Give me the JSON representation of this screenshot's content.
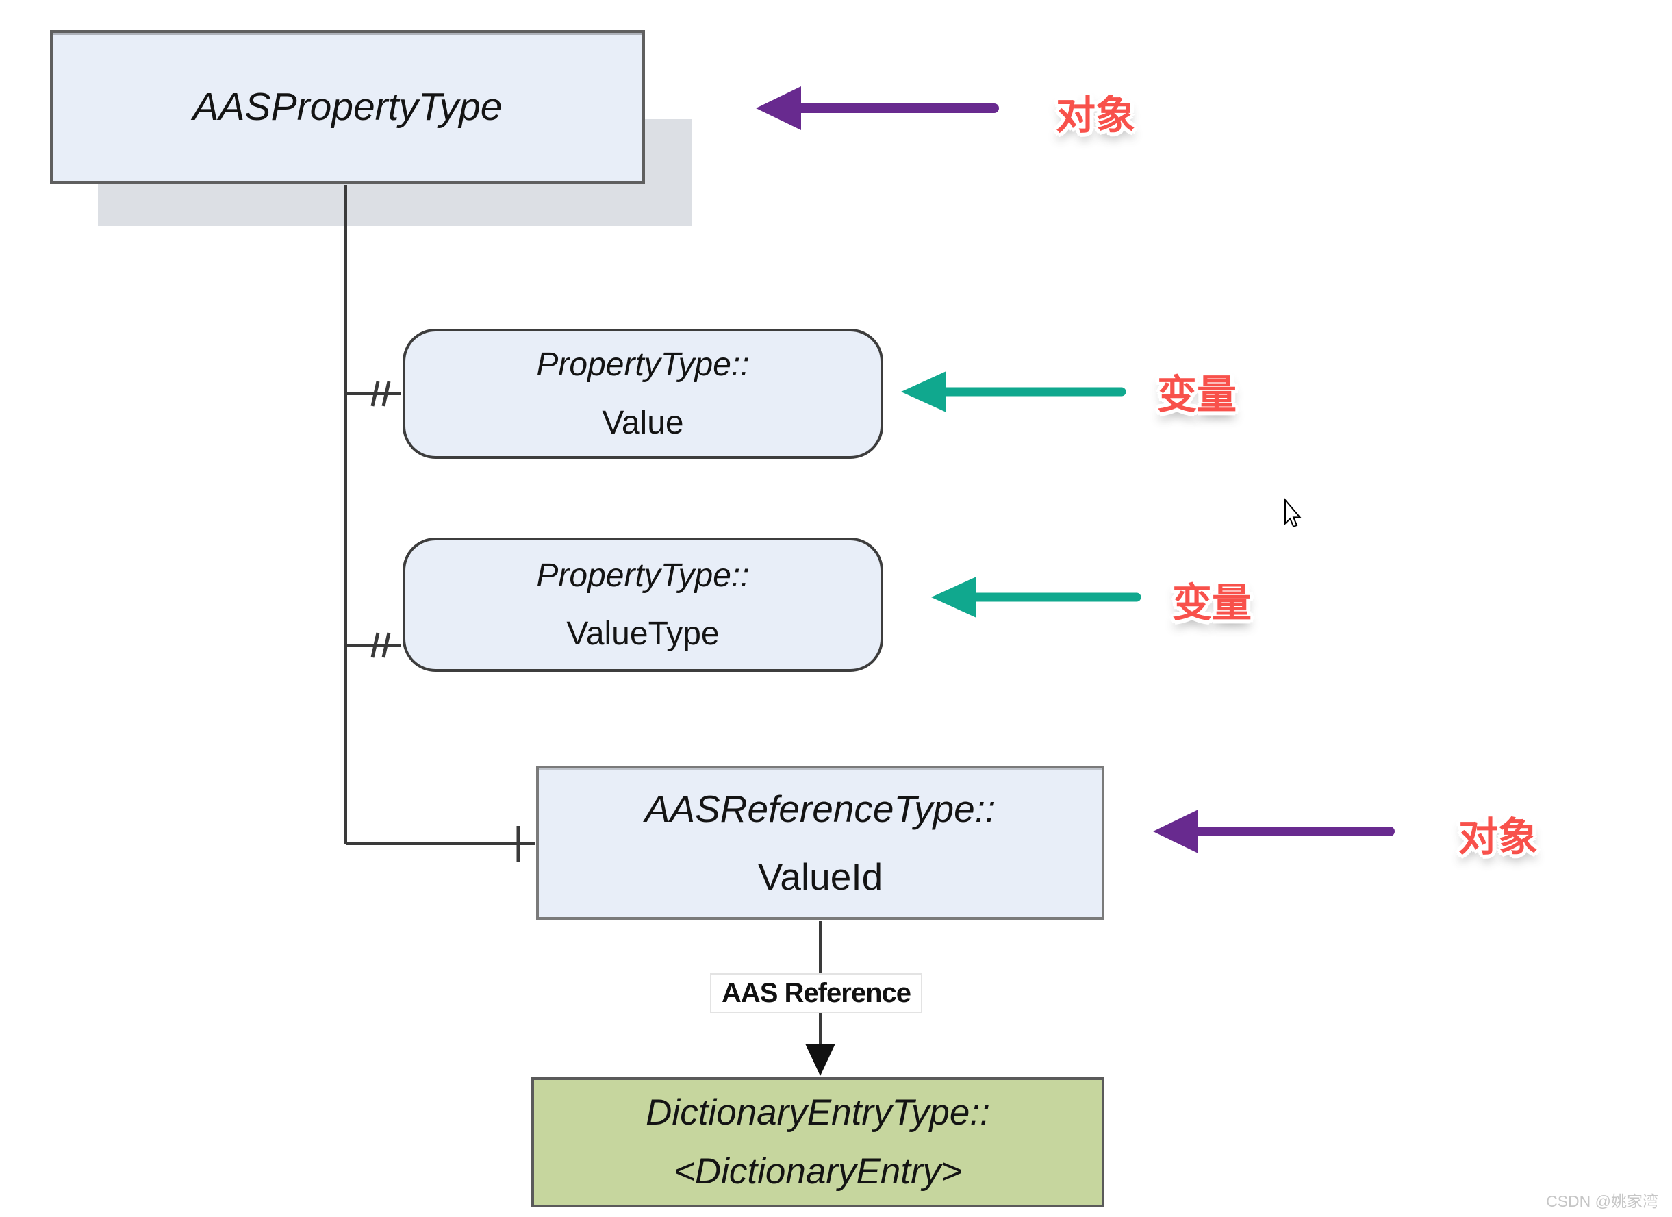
{
  "colors": {
    "node_fill": "#e8eef8",
    "green_fill": "#c6d69e",
    "purple_arrow": "#682a8f",
    "teal_arrow": "#10a88e",
    "red_label": "#f8514b",
    "wire": "#3a3a3a",
    "shadow": "#dcdfe4"
  },
  "nodes": {
    "aas_property_type": {
      "line1": "AASPropertyType"
    },
    "property_type_value": {
      "line1": "PropertyType::",
      "line2": "Value"
    },
    "property_type_value_type": {
      "line1": "PropertyType::",
      "line2": "ValueType"
    },
    "aas_reference_type_value_id": {
      "line1": "AASReferenceType::",
      "line2": "ValueId"
    },
    "dictionary_entry_type": {
      "line1": "DictionaryEntryType::",
      "line2": "<DictionaryEntry>"
    }
  },
  "edge": {
    "label": "AAS Reference"
  },
  "annotations": {
    "object_top": "对象",
    "variable_value": "变量",
    "variable_value_type": "变量",
    "object_value_id": "对象"
  },
  "watermark": "CSDN @姚家湾"
}
